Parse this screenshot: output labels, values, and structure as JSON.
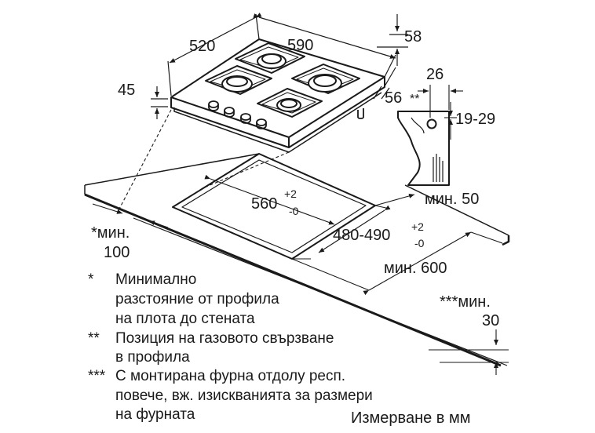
{
  "dims": {
    "d520": "520",
    "d590": "590",
    "d58": "58",
    "d45": "45",
    "d26": "26",
    "d56": "56",
    "d19_29": "19-29",
    "cutout_w": "560",
    "cutout_w_tol_plus": "+2",
    "cutout_w_tol_minus": "-0",
    "cutout_d": "480-490",
    "cutout_d_tol_plus": "+2",
    "cutout_d_tol_minus": "-0",
    "min50": "мин. 50",
    "min600": "мин. 600",
    "min100_a": "*мин.",
    "min100_b": "100",
    "min30_a": "***мин.",
    "min30_b": "30",
    "star2_mark": "**"
  },
  "notes": [
    {
      "mark": "*",
      "lines": [
        "Минимално",
        "разстояние от профила",
        "на плота до стената"
      ]
    },
    {
      "mark": "**",
      "lines": [
        "Позиция на газовото свързване",
        "в профила"
      ]
    },
    {
      "mark": "***",
      "lines": [
        "С монтирана фурна отдолу респ.",
        "повече, вж. изискванията за размери",
        "на фурната"
      ]
    }
  ],
  "units_label": "Измерване в мм",
  "colors": {
    "line": "#1a1a1a",
    "background": "#ffffff"
  }
}
